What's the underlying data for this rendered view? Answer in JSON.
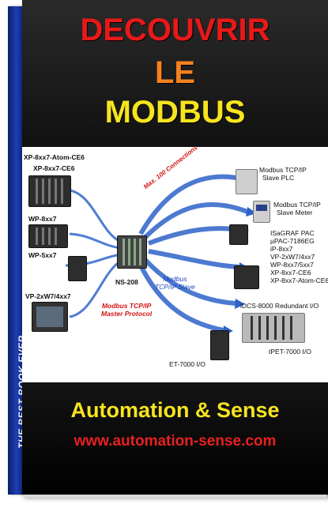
{
  "cover": {
    "spine_text": "THE BEST BOOK EVER",
    "title_line1": "DECOUVRIR",
    "title_line2": "LE",
    "title_line3": "MODBUS",
    "brand": "Automation & Sense",
    "url": "www.automation-sense.com",
    "colors": {
      "title1": "#e81919",
      "title2": "#f5821f",
      "title3": "#f7e41e",
      "brand": "#f7e41e",
      "url": "#e82020",
      "spine": "#1f3fb0"
    }
  },
  "diagram": {
    "left_labels": [
      "XP-8xx7-Atom-CE6",
      "XP-8xx7-CE6",
      "WP-8xx7",
      "WP-5xx7",
      "VP-2xW7/4xx7"
    ],
    "master_label": [
      "Modbus TCP/IP",
      "Master Protocol"
    ],
    "center_label": "NS-208",
    "slave_label": [
      "Modbus",
      "TCP/IP Slave"
    ],
    "connections_label": "Max. 100 Connections",
    "right_labels": {
      "plc": [
        "Modbus TCP/IP",
        "Slave PLC"
      ],
      "meter": [
        "Modbus TCP/IP",
        "Slave Meter"
      ],
      "pac": [
        "ISaGRAF PAC",
        "µPAC-7186EG",
        "iP-8xx7",
        "VP-2xW7/4xx7",
        "WP-8xx7/5xx7",
        "XP-8xx7-CE6",
        "XP-8xx7-Atom-CE6"
      ],
      "redundant": "iDCS-8000 Redundant I/O",
      "et7000": "ET-7000 I/O",
      "tpet": "tPET-7000 I/O"
    }
  }
}
